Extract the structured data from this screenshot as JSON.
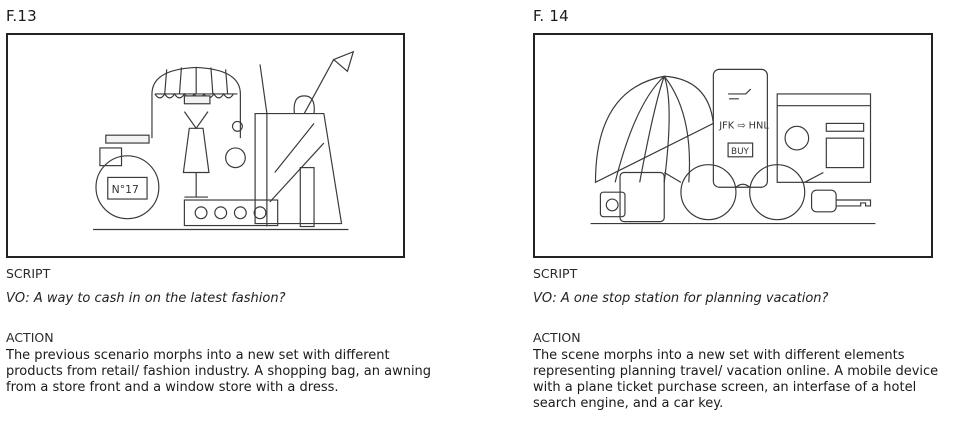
{
  "frames": [
    {
      "number": "F.13",
      "script_label": "SCRIPT",
      "vo": "VO:  A way to cash in on the latest fashion?",
      "action_label": "ACTION",
      "action": "The previous scenario morphs into a new set with different products from retail/ fashion industry. A shopping bag, an awning from a store front and a window store with a dress.",
      "illustration": {
        "scale_text": "N°17"
      }
    },
    {
      "number": "F. 14",
      "script_label": "SCRIPT",
      "vo": "VO: A one stop station for planning vacation?",
      "action_label": "ACTION",
      "action": "The scene morphs into a new set with different elements representing planning travel/ vacation online. A mobile device with a plane ticket purchase screen, an interfase of a hotel search engine, and a car key.",
      "illustration": {
        "route_text": "JFK ⇨ HNL",
        "buy_label": "BUY"
      }
    }
  ]
}
